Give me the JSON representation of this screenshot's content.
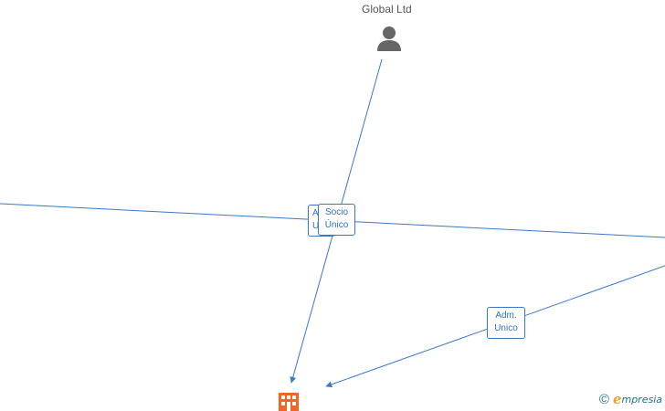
{
  "nodes": {
    "person": {
      "label": "Global Ltd",
      "icon": "person-icon"
    },
    "company": {
      "icon": "building-icon"
    }
  },
  "edge_labels": {
    "socio_unico": {
      "line1": "Socio",
      "line2": "Único"
    },
    "adm_unico_hidden": {
      "line1": "A",
      "line2": "U"
    },
    "adm_unico": {
      "line1": "Adm.",
      "line2": "Unico"
    }
  },
  "brand": {
    "copyright": "©",
    "logo_initial": "e",
    "logo_rest": "mpresia"
  },
  "colors": {
    "edge": "#3a77c9",
    "person": "#666666",
    "company": "#f26522",
    "label_text": "#2f6fc4"
  }
}
